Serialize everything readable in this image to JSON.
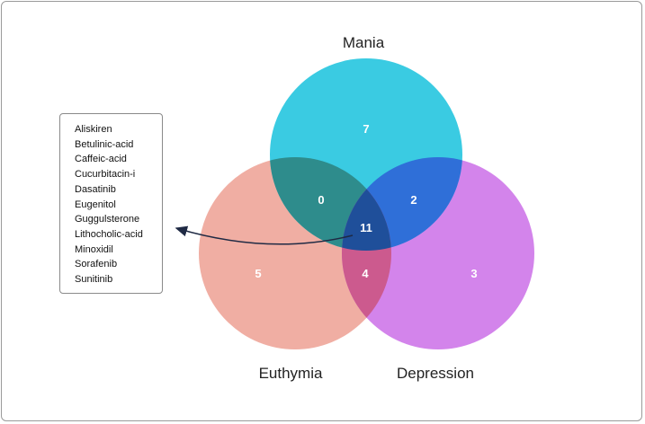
{
  "sets": [
    {
      "name": "Mania",
      "color": "#29c7e0"
    },
    {
      "name": "Euthymia",
      "color": "#ec9a8c"
    },
    {
      "name": "Depression",
      "color": "#cb6ee8"
    }
  ],
  "regions": {
    "mania_only": "7",
    "euthymia_only": "5",
    "depression_only": "3",
    "mania_euthymia": "0",
    "mania_depression": "2",
    "euthymia_depression": "4",
    "all_three": "11"
  },
  "region_colors": {
    "mania_euthymia": "#2e8c8c",
    "mania_depression": "#2f6fd8",
    "euthymia_depression": "#cc5a8e",
    "all_three": "#1f4f9a"
  },
  "shared_compounds": [
    "Aliskiren",
    "Betulinic-acid",
    "Caffeic-acid",
    "Cucurbitacin-i",
    "Dasatinib",
    "Eugenitol",
    "Guggulsterone",
    "Lithocholic-acid",
    "Minoxidil",
    "Sorafenib",
    "Sunitinib"
  ]
}
